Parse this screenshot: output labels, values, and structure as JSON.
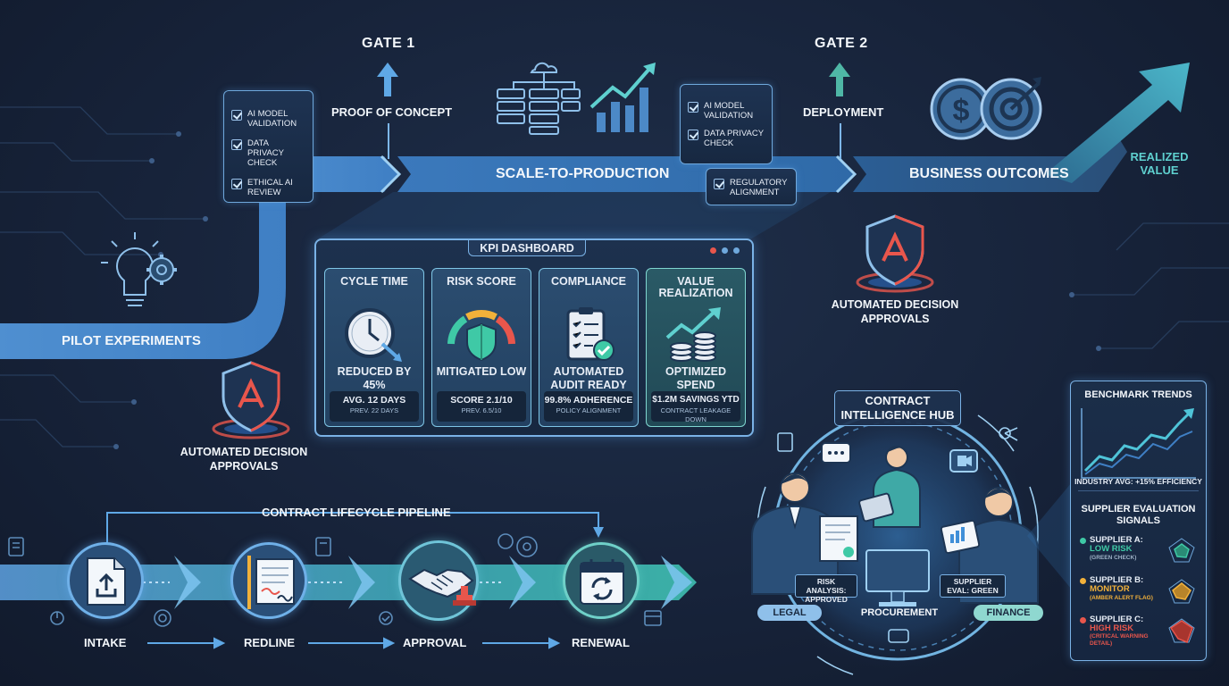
{
  "gates": {
    "gate1": {
      "title": "GATE 1",
      "label": "PROOF OF CONCEPT"
    },
    "gate2": {
      "title": "GATE 2",
      "label": "DEPLOYMENT"
    }
  },
  "stages": {
    "pilot": "PILOT EXPERIMENTS",
    "scale": "SCALE-TO-PRODUCTION",
    "outcomes": "BUSINESS OUTCOMES",
    "realized": "REALIZED VALUE"
  },
  "checklist1": [
    "AI MODEL VALIDATION",
    "DATA PRIVACY CHECK",
    "ETHICAL AI REVIEW"
  ],
  "checklist2": [
    "AI MODEL VALIDATION",
    "DATA PRIVACY CHECK"
  ],
  "checklist2_extra": "REGULATORY ALIGNMENT",
  "approvals": {
    "left": "AUTOMATED DECISION APPROVALS",
    "right": "AUTOMATED DECISION APPROVALS"
  },
  "kpi": {
    "title": "KPI DASHBOARD",
    "cards": [
      {
        "title": "CYCLE TIME",
        "main": "REDUCED BY 45%",
        "sub": "AVG. 12 DAYS",
        "tiny": "PREV. 22 DAYS",
        "icon": "clock-icon"
      },
      {
        "title": "RISK SCORE",
        "main": "MITIGATED LOW",
        "sub": "SCORE 2.1/10",
        "tiny": "PREV. 6.5/10",
        "icon": "gauge-shield-icon"
      },
      {
        "title": "COMPLIANCE",
        "main": "AUTOMATED AUDIT READY",
        "sub": "99.8% ADHERENCE",
        "tiny": "POLICY ALIGNMENT",
        "icon": "clipboard-check-icon"
      },
      {
        "title": "VALUE REALIZATION",
        "main": "OPTIMIZED SPEND",
        "sub": "$1.2M SAVINGS YTD",
        "tiny": "CONTRACT LEAKAGE DOWN",
        "icon": "coins-growth-icon"
      }
    ]
  },
  "pipeline": {
    "title": "CONTRACT LIFECYCLE PIPELINE",
    "steps": [
      "INTAKE",
      "REDLINE",
      "APPROVAL",
      "RENEWAL"
    ]
  },
  "hub": {
    "title": "CONTRACT INTELLIGENCE HUB",
    "roles": [
      "LEGAL",
      "PROCUREMENT",
      "FINANCE"
    ],
    "tag_risk": "RISK ANALYSIS: APPROVED",
    "tag_supplier": "SUPPLIER EVAL: GREEN"
  },
  "benchmark": {
    "title": "BENCHMARK TRENDS",
    "avg": "INDUSTRY AVG: +15% EFFICIENCY",
    "signals_title": "SUPPLIER EVALUATION SIGNALS",
    "suppliers": [
      {
        "name": "SUPPLIER A:",
        "status": "LOW RISK",
        "note": "(GREEN CHECK)",
        "color": "#3fc9a6"
      },
      {
        "name": "SUPPLIER B:",
        "status": "MONITOR",
        "note": "(AMBER ALERT FLAG)",
        "color": "#f2b13a"
      },
      {
        "name": "SUPPLIER C:",
        "status": "HIGH RISK",
        "note": "(CRITICAL WARNING DETAIL)",
        "color": "#e8564c"
      }
    ]
  },
  "colors": {
    "accent": "#5fa8e6",
    "teal": "#39b7b0",
    "red": "#e8564c",
    "amber": "#f2b13a",
    "green": "#3fc9a6"
  }
}
